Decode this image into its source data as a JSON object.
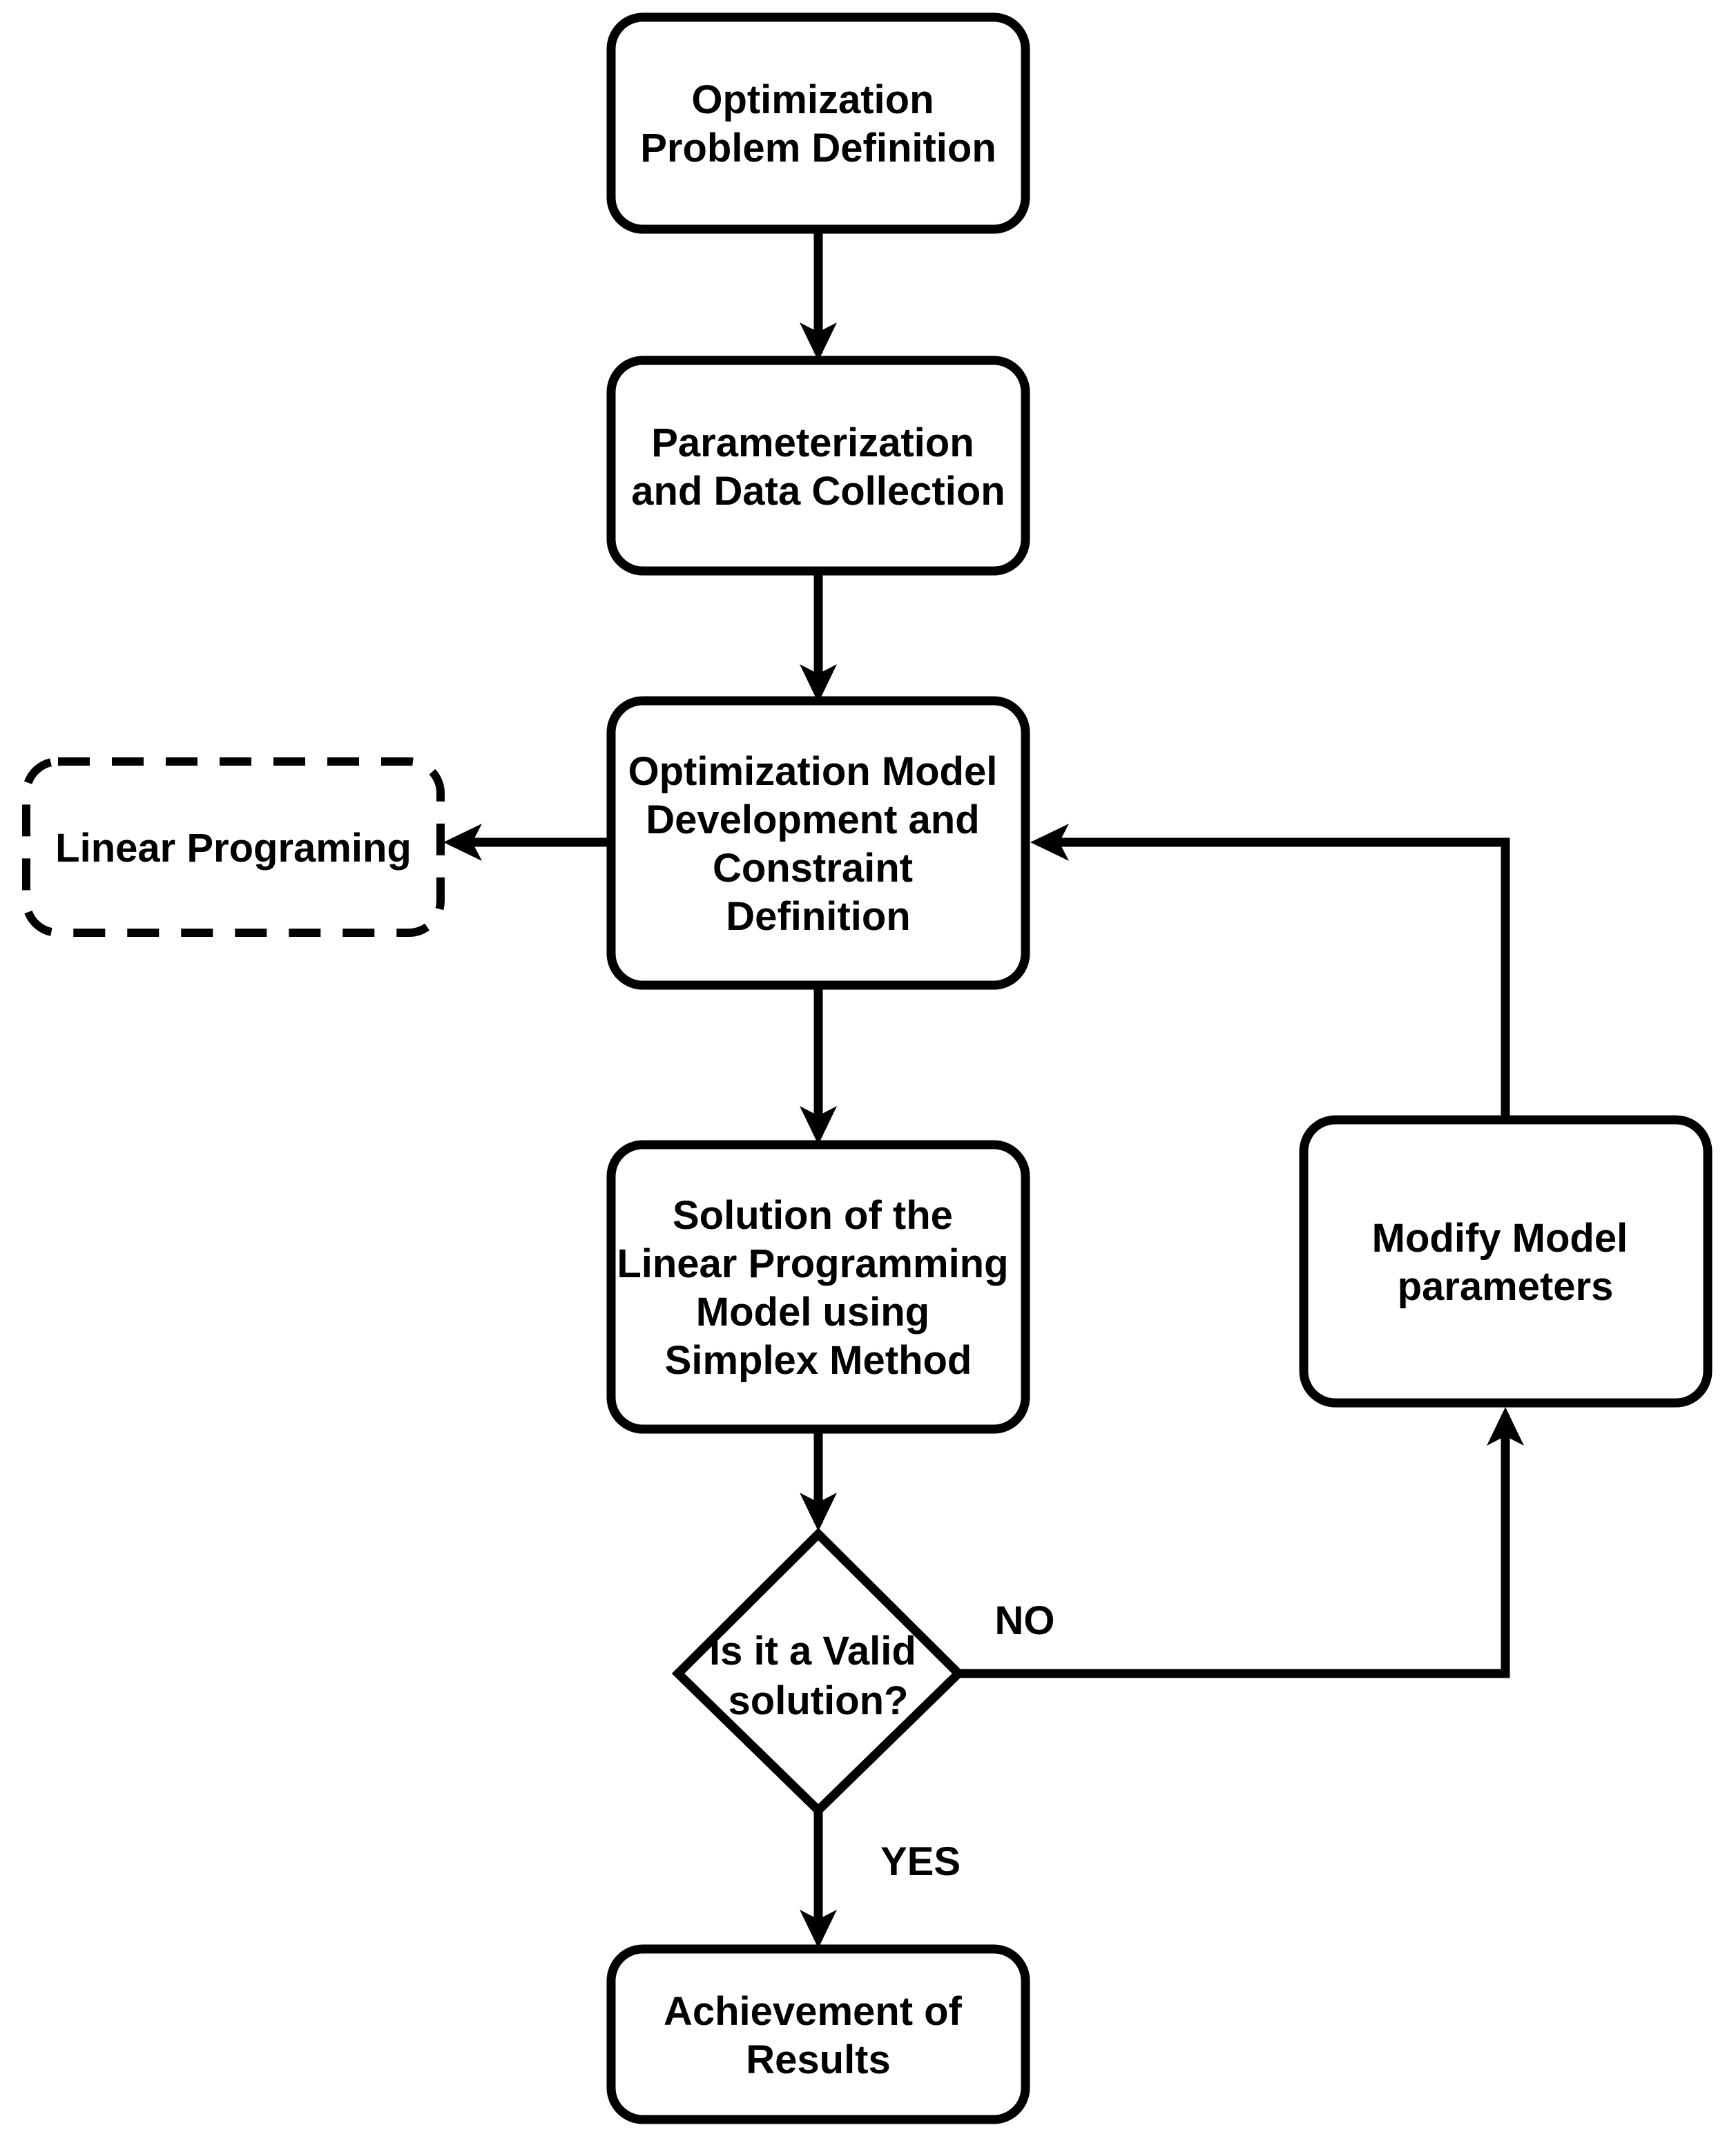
{
  "colors": {
    "ink": "#000000",
    "background": "#ffffff"
  },
  "nodes": {
    "problem": {
      "lines": [
        "Optimization",
        "Problem Definition"
      ]
    },
    "parameterization": {
      "lines": [
        "Parameterization",
        "and Data Collection"
      ]
    },
    "model": {
      "lines": [
        "Optimization Model",
        "Development and",
        "Constraint",
        "Definition"
      ]
    },
    "linear_programming": {
      "lines": [
        "Linear Programing"
      ]
    },
    "solution": {
      "lines": [
        "Solution of the",
        "Linear Programming",
        "Model using",
        "Simplex Method"
      ]
    },
    "modify": {
      "lines": [
        "Modify Model",
        "parameters"
      ]
    },
    "decision": {
      "lines": [
        "Is it a Valid",
        "solution?"
      ]
    },
    "results": {
      "lines": [
        "Achievement of",
        "Results"
      ]
    }
  },
  "edge_labels": {
    "no": "NO",
    "yes": "YES"
  }
}
